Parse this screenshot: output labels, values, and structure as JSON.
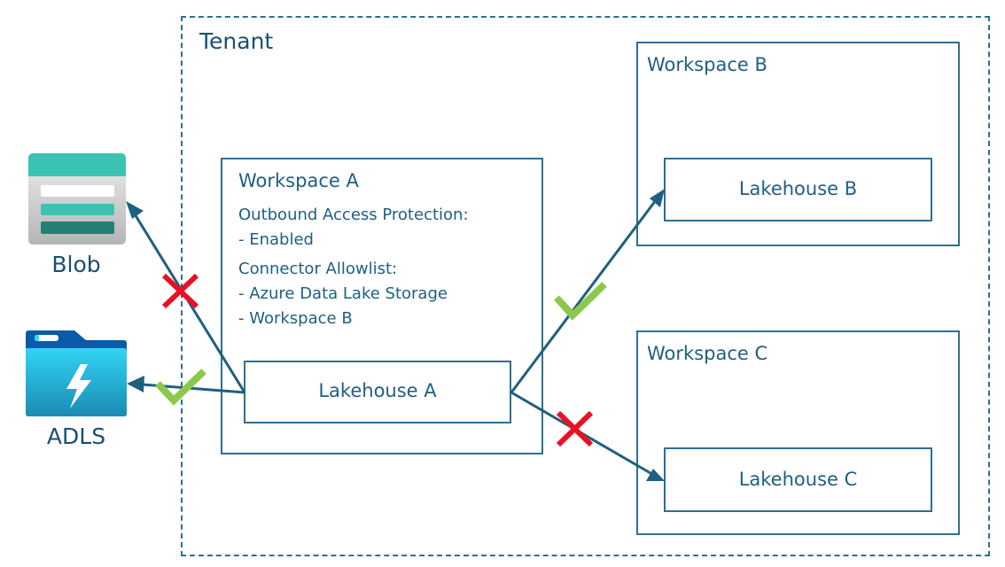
{
  "tenant": {
    "label": "Tenant"
  },
  "external": {
    "blob": {
      "label": "Blob",
      "icon": "blob-storage-icon"
    },
    "adls": {
      "label": "ADLS",
      "icon": "data-lake-storage-icon"
    }
  },
  "workspaces": {
    "a": {
      "label": "Workspace A",
      "details": [
        "Outbound Access Protection:",
        "- Enabled",
        "Connector Allowlist:",
        "- Azure Data Lake Storage",
        "- Workspace B"
      ],
      "lakehouse": "Lakehouse A"
    },
    "b": {
      "label": "Workspace B",
      "lakehouse": "Lakehouse B"
    },
    "c": {
      "label": "Workspace C",
      "lakehouse": "Lakehouse C"
    }
  },
  "connections": [
    {
      "from": "Lakehouse A",
      "to": "Blob",
      "status": "blocked"
    },
    {
      "from": "Lakehouse A",
      "to": "ADLS",
      "status": "allowed"
    },
    {
      "from": "Lakehouse A",
      "to": "Lakehouse B",
      "status": "allowed"
    },
    {
      "from": "Lakehouse A",
      "to": "Lakehouse C",
      "status": "blocked"
    }
  ],
  "colors": {
    "line": "#1f5f80",
    "allowed": "#8cc84b",
    "blocked": "#e81123"
  }
}
